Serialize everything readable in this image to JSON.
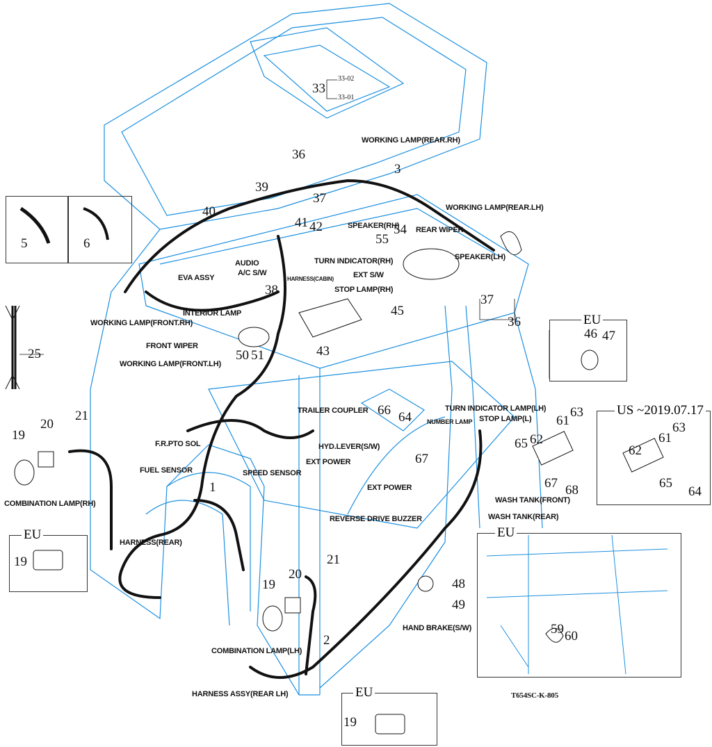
{
  "drawing_code": "T654SC-K-805",
  "colors": {
    "body_lines": "#1a8fe0",
    "harness": "#111111"
  },
  "callouts": {
    "n33": "33",
    "n33_02": "33-02",
    "n33_01": "33-01",
    "n36a": "36",
    "n3": "3",
    "n37a": "37",
    "n39": "39",
    "n40": "40",
    "n41": "41",
    "n42": "42",
    "n54": "54",
    "n55": "55",
    "n5": "5",
    "n6": "6",
    "n38": "38",
    "n43": "43",
    "n45": "45",
    "n37b": "37",
    "n36b": "36",
    "n50": "50",
    "n51": "51",
    "n25": "25",
    "n46": "46",
    "n47": "47",
    "n66": "66",
    "n64a": "64",
    "n67a": "67",
    "n63a": "63",
    "n61a": "61",
    "n62a": "62",
    "n65a": "65",
    "n67b": "67",
    "n68": "68",
    "n19a": "19",
    "n20a": "20",
    "n21a": "21",
    "n1": "1",
    "n19b": "19",
    "n21b": "21",
    "n20b": "20",
    "n19c": "19",
    "n48": "48",
    "n49": "49",
    "n2": "2",
    "n59": "59",
    "n60": "60",
    "n19d": "19",
    "n63b": "63",
    "n61b": "61",
    "n62b": "62",
    "n65b": "65",
    "n64b": "64"
  },
  "labels": {
    "working_lamp_rear_rh": "WORKING LAMP(REAR.RH)",
    "working_lamp_rear_lh": "WORKING LAMP(REAR.LH)",
    "speaker_rh": "SPEAKER(RH)",
    "rear_wiper": "REAR WIPER",
    "audio": "AUDIO",
    "ac_sw": "A/C S/W",
    "turn_indicator_rh": "TURN INDICATOR(RH)",
    "ext_sw": "EXT S/W",
    "harness_cabin": "HARNESS(CABIN)",
    "stop_lamp_rh": "STOP LAMP(RH)",
    "speaker_lh": "SPEAKER(LH)",
    "eva_assy": "EVA ASSY",
    "interior_lamp": "INTERIOR LAMP",
    "working_lamp_front_rh": "WORKING LAMP(FRONT.RH)",
    "front_wiper": "FRONT WIPER",
    "working_lamp_front_lh": "WORKING LAMP(FRONT.LH)",
    "trailer_coupler": "TRAILER COUPLER",
    "hyd_lever_sw": "HYD.LEVER(S/W)",
    "ext_power_1": "EXT POWER",
    "fr_pto_sol": "F.R.PTO SOL",
    "fuel_sensor": "FUEL SENSOR",
    "speed_sensor": "SPEED SENSOR",
    "number_lamp": "NUMBER LAMP",
    "turn_indicator_lamp_lh": "TURN INDICATOR LAMP(LH)",
    "stop_lamp_l": "STOP LAMP(L)",
    "ext_power_2": "EXT POWER",
    "wash_tank_front": "WASH TANK(FRONT)",
    "wash_tank_rear": "WASH TANK(REAR)",
    "reverse_drive_buzzer": "REVERSE DRIVE BUZZER",
    "combination_lamp_rh": "COMBINATION LAMP(RH)",
    "harness_rear": "HARNESS(REAR)",
    "hand_brake_sw": "HAND BRAKE(S/W)",
    "combination_lamp_lh": "COMBINATION LAMP(LH)",
    "harness_assy_rear_lh": "HARNESS ASSY(REAR LH)"
  },
  "insets": {
    "eu_1": "EU",
    "eu_2": "EU",
    "eu_3": "EU",
    "eu_4": "EU",
    "us": "US ~2019.07.17"
  }
}
